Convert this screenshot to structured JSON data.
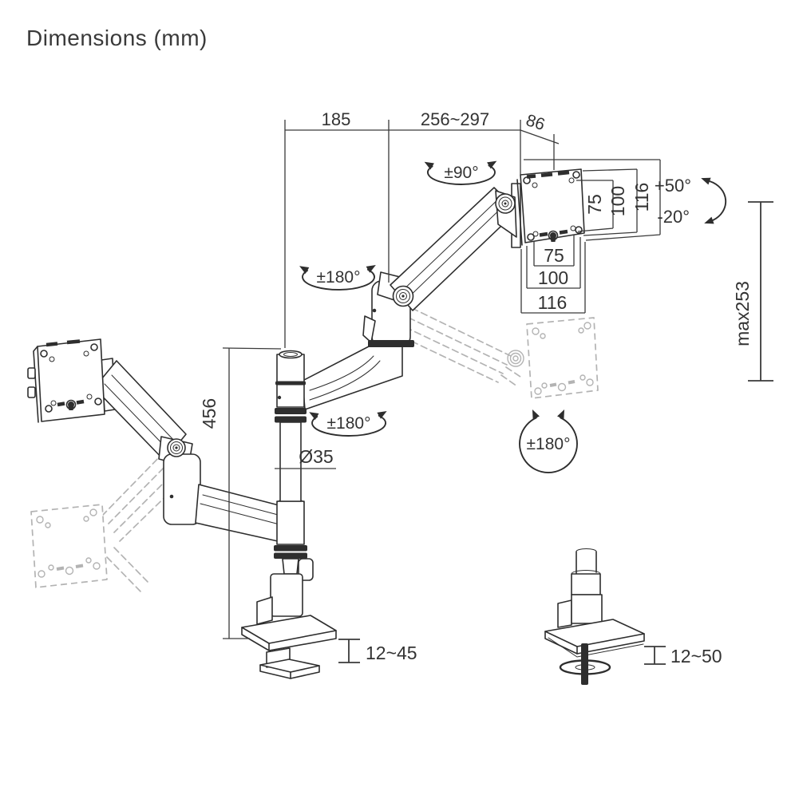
{
  "title": "Dimensions (mm)",
  "colors": {
    "ink": "#2e2e2e",
    "ghost": "#b3b3b3",
    "background": "#ffffff"
  },
  "labels": {
    "reach_pole_to_elbow": "185",
    "reach_elbow_to_head": "256~297",
    "head_offset": "86",
    "head_swivel": "±90°",
    "shoulder_rotation": "±180°",
    "pole_rotation": "±180°",
    "vesa_rotation": "±180°",
    "tilt_up": "+50°",
    "tilt_down": "-20°",
    "lift_range": "max253",
    "pole_height": "456",
    "pole_diameter": "Ø35",
    "clamp_thickness": "12~45",
    "grommet_thickness": "12~50",
    "vesa_side_75": "75",
    "vesa_side_100": "100",
    "vesa_side_116": "116",
    "vesa_bottom_75": "75",
    "vesa_bottom_100": "100",
    "vesa_bottom_116": "116"
  }
}
